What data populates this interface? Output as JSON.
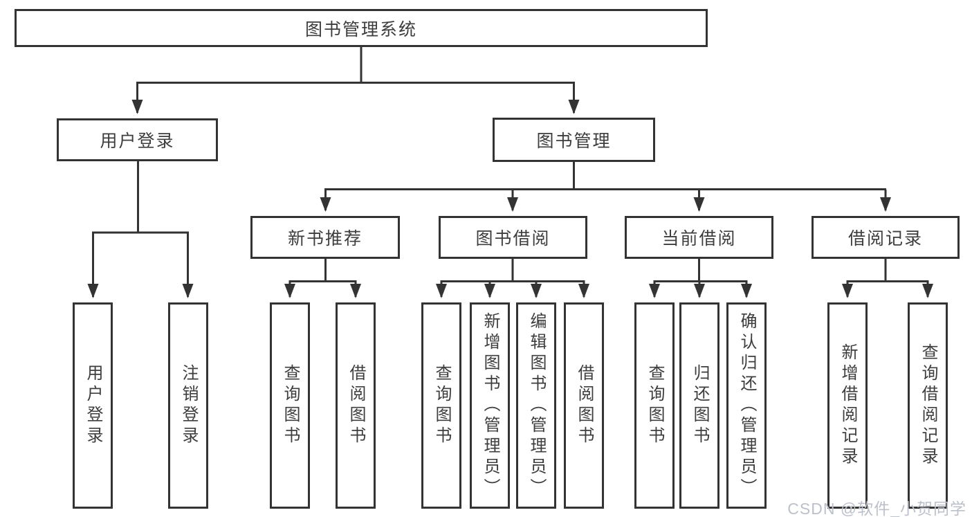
{
  "title": "图书管理系统",
  "watermark": "CSDN @软件_小贺同学",
  "tree": {
    "user_login": {
      "label": "用户登录",
      "children": {
        "login": "用户登录",
        "logout": "注销登录"
      }
    },
    "book_mgmt": {
      "label": "图书管理",
      "children": {
        "new_book": {
          "label": "新书推荐",
          "children": {
            "query": "查询图书",
            "borrow": "借阅图书"
          }
        },
        "book_borrow": {
          "label": "图书借阅",
          "children": {
            "query": "查询图书",
            "add": "新增图书（管理员）",
            "edit": "编辑图书（管理员）",
            "borrow": "借阅图书"
          }
        },
        "current_borrow": {
          "label": "当前借阅",
          "children": {
            "query": "查询图书",
            "return": "归还图书",
            "confirm": "确认归还（管理员）"
          }
        },
        "borrow_records": {
          "label": "借阅记录",
          "children": {
            "add": "新增借阅记录",
            "query": "查询借阅记录"
          }
        }
      }
    }
  },
  "colors": {
    "line": "#333333",
    "text": "#3d3d3d",
    "watermark": "#bcc0ca",
    "background": "#ffffff"
  }
}
